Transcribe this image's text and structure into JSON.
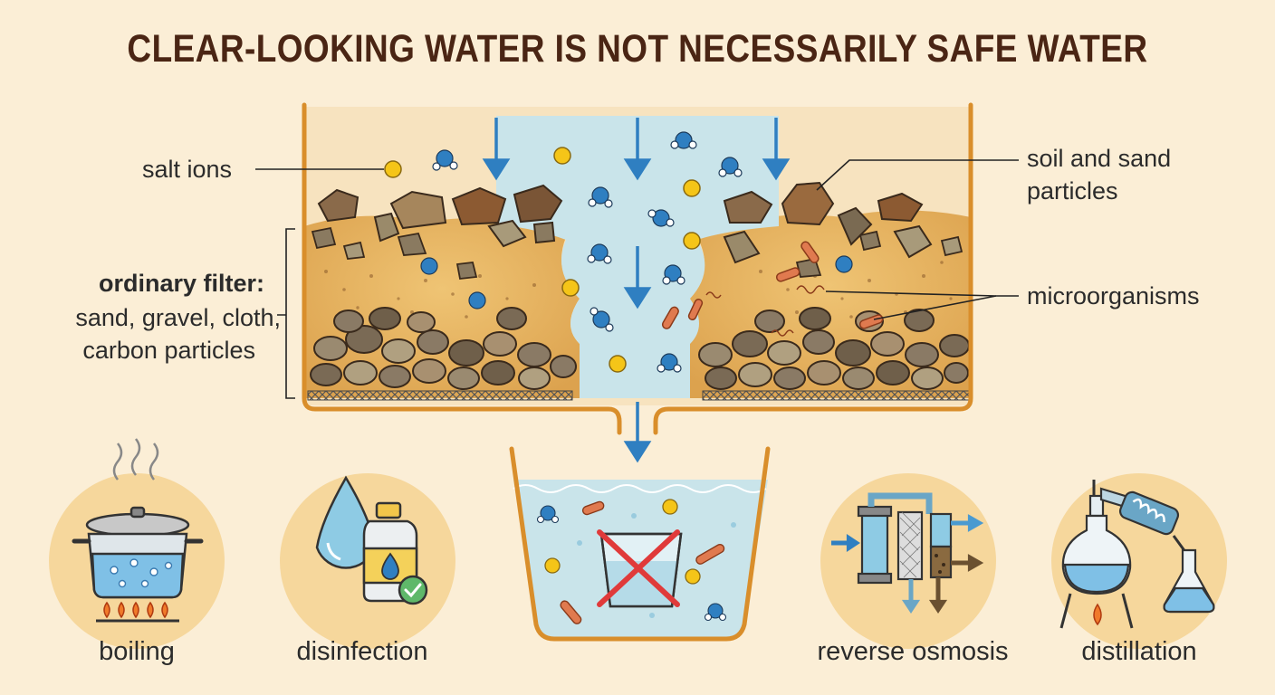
{
  "title": "CLEAR-LOOKING WATER IS NOT NECESSARILY SAFE WATER",
  "labels": {
    "salt_ions": "salt ions",
    "soil_sand_line1": "soil and sand",
    "soil_sand_line2": "particles",
    "microorganisms": "microorganisms",
    "filter_heading": "ordinary filter:",
    "filter_line1": "sand, gravel, cloth,",
    "filter_line2": "carbon particles"
  },
  "methods": [
    {
      "label": "boiling",
      "icon": "boiling-pot-icon"
    },
    {
      "label": "disinfection",
      "icon": "disinfectant-bottle-icon"
    },
    {
      "label": "reverse osmosis",
      "icon": "reverse-osmosis-icon"
    },
    {
      "label": "distillation",
      "icon": "distillation-icon"
    }
  ],
  "colors": {
    "background": "#fbeed6",
    "water": "#c9e4ea",
    "sand": "#e6b865",
    "container": "#d98e2b",
    "salt_ion": "#f5c518",
    "water_molecule": "#2f7fc1",
    "microorganism": "#e07a4f",
    "cross": "#e03a3a"
  }
}
